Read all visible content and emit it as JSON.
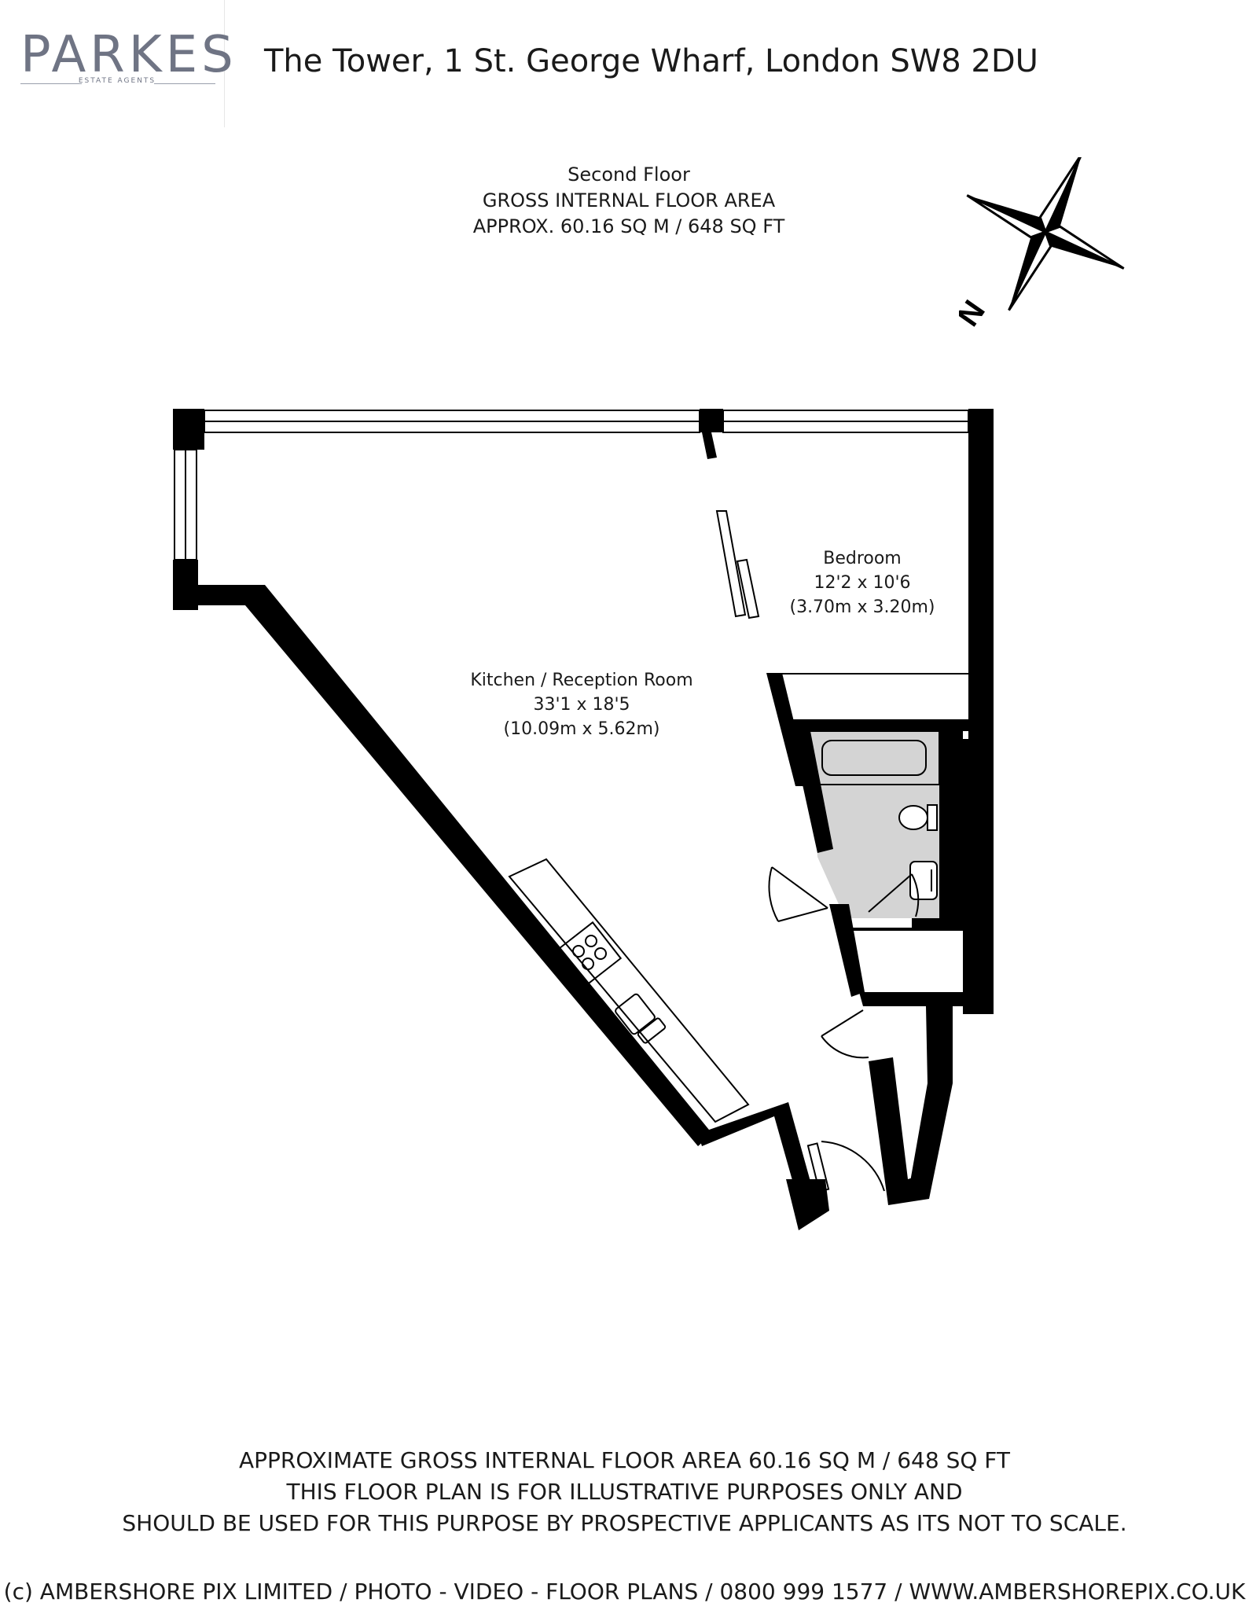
{
  "logo": {
    "brand": "PARKES",
    "tagline": "ESTATE AGENTS"
  },
  "header": {
    "address": "The Tower, 1 St. George Wharf, London SW8 2DU"
  },
  "floor": {
    "name": "Second Floor",
    "area_title": "GROSS INTERNAL FLOOR AREA",
    "area_value": "APPROX. 60.16 SQ M / 648 SQ FT"
  },
  "compass": {
    "icon": "north-arrow-icon",
    "label": "N"
  },
  "rooms": {
    "bedroom": {
      "name": "Bedroom",
      "imperial": "12'2 x 10'6",
      "metric": "(3.70m x 3.20m)"
    },
    "kitchen": {
      "name": "Kitchen / Reception Room",
      "imperial": "33'1 x 18'5",
      "metric": "(10.09m x 5.62m)"
    }
  },
  "footer": {
    "line1": "APPROXIMATE GROSS INTERNAL FLOOR AREA 60.16 SQ M / 648 SQ FT",
    "line2": "THIS FLOOR PLAN IS FOR ILLUSTRATIVE PURPOSES ONLY AND",
    "line3": "SHOULD BE USED FOR THIS PURPOSE BY PROSPECTIVE APPLICANTS AS ITS NOT TO SCALE.",
    "credit": "(c) AMBERSHORE PIX LIMITED / PHOTO - VIDEO - FLOOR PLANS / 0800 999 1577 / WWW.AMBERSHOREPIX.CO.UK"
  },
  "colors": {
    "wall": "#000000",
    "bathroom_fill": "#d4d4d4",
    "logo_text": "#6f7484",
    "text": "#1a1a1a"
  }
}
